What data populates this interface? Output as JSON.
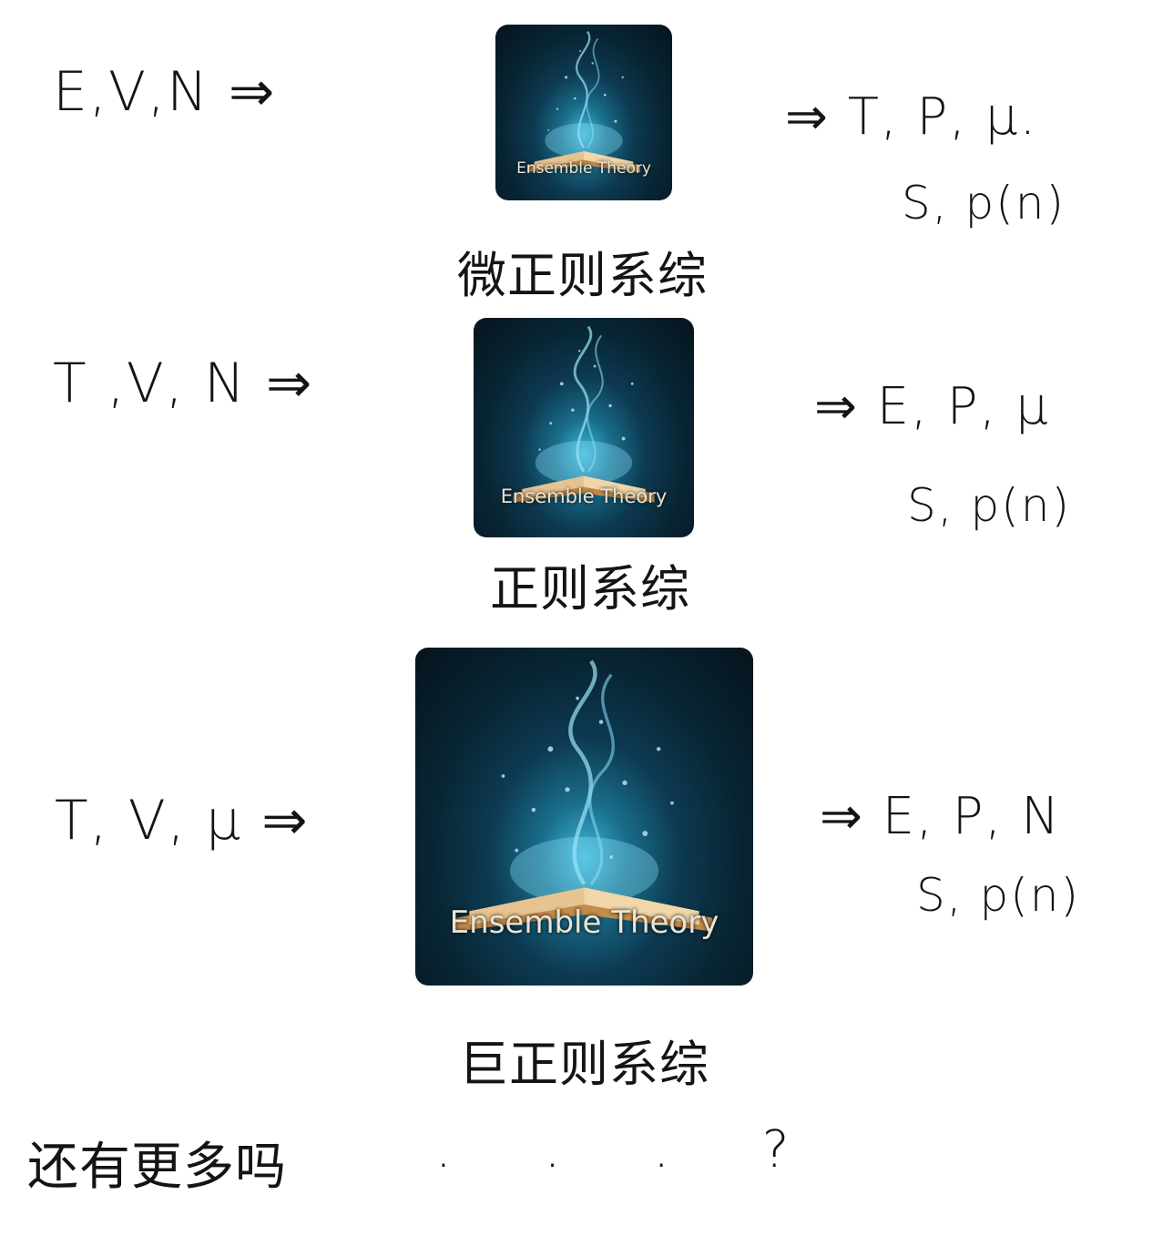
{
  "rows": [
    {
      "inputs": "E,V,N ⇒",
      "image_caption": "Ensemble Theory",
      "ensemble_name": "微正则系综",
      "outputs_line1": "⇒ T, P, μ.",
      "outputs_line2": "S, p(n)"
    },
    {
      "inputs": "T ,V, N ⇒",
      "image_caption": "Ensemble Theory",
      "ensemble_name": "正则系综",
      "outputs_line1": "⇒ E, P, μ",
      "outputs_line2": "S, p(n)"
    },
    {
      "inputs": "T, V, μ ⇒",
      "image_caption": "Ensemble Theory",
      "ensemble_name": "巨正则系综",
      "outputs_line1": "⇒ E, P, N",
      "outputs_line2": "S, p(n)"
    }
  ],
  "footer": {
    "question": "还有更多吗",
    "dots": ". . . ?"
  },
  "colors": {
    "ink": "#141414",
    "book_glow": "#3fb8d8",
    "book_background": "#05141d",
    "caption": "#e9e4d4"
  }
}
